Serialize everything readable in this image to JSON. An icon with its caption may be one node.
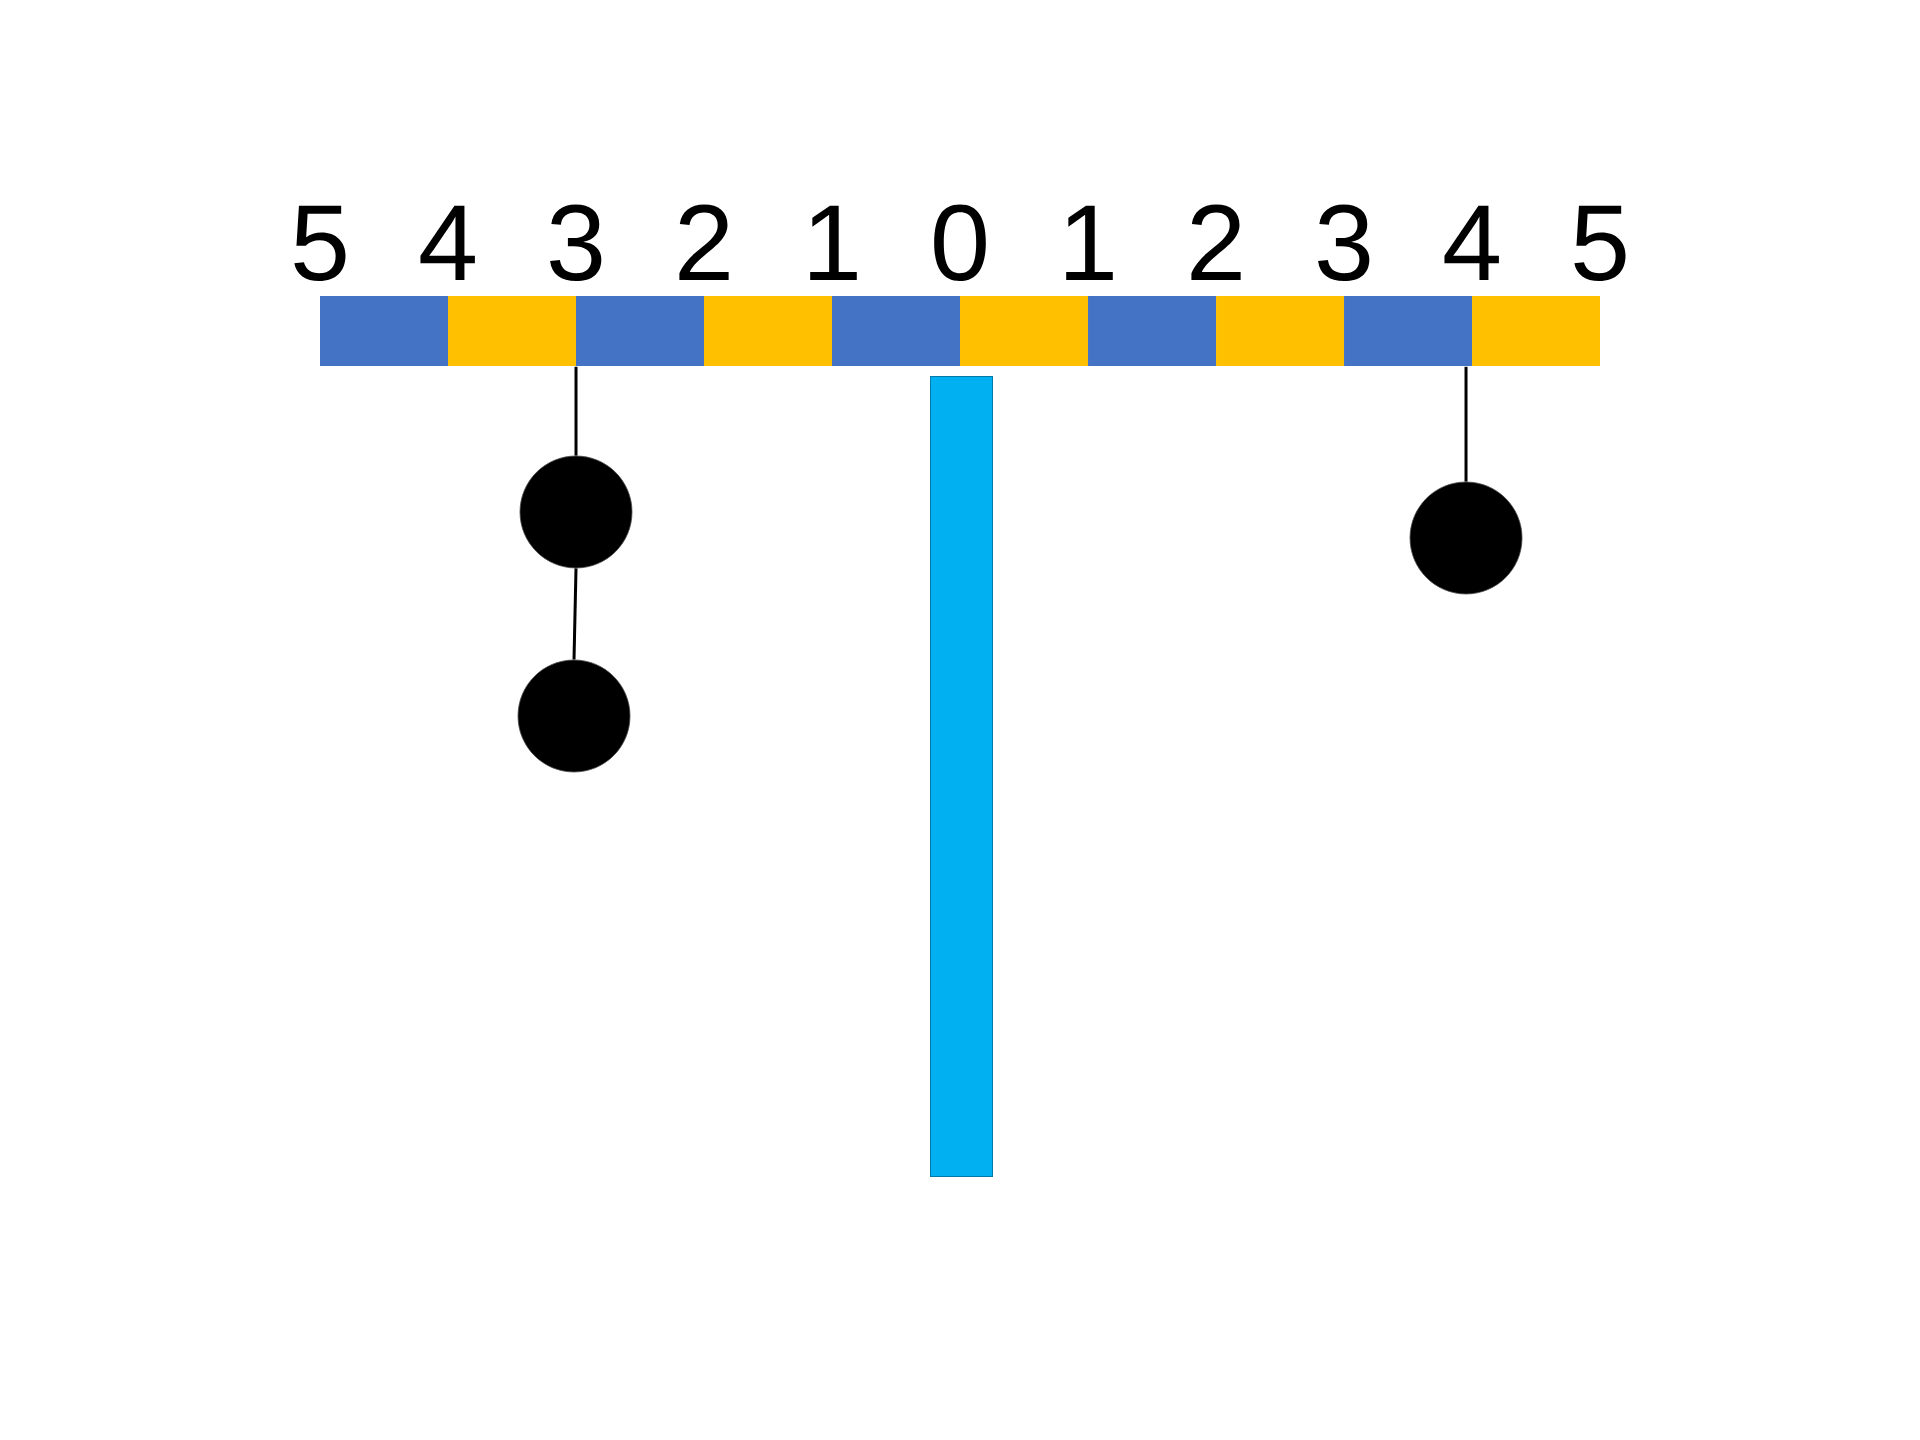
{
  "diagram": {
    "nodes": [
      {
        "text": [],
        "shape": "bar"
      },
      {
        "text": [],
        "shape": "circle"
      },
      {
        "text": [],
        "shape": "circle"
      },
      {
        "text": [],
        "shape": "circle"
      },
      {
        "text": [],
        "shape": "bar"
      }
    ],
    "edges": [
      {
        "from": 0,
        "to": 1,
        "arrow": "none"
      },
      {
        "from": 1,
        "to": 2,
        "arrow": "none"
      },
      {
        "from": 0,
        "to": 3,
        "arrow": "none"
      }
    ],
    "labels": [
      "5",
      "4",
      "3",
      "2",
      "1",
      "0",
      "1",
      "2",
      "3",
      "4",
      "5"
    ]
  }
}
